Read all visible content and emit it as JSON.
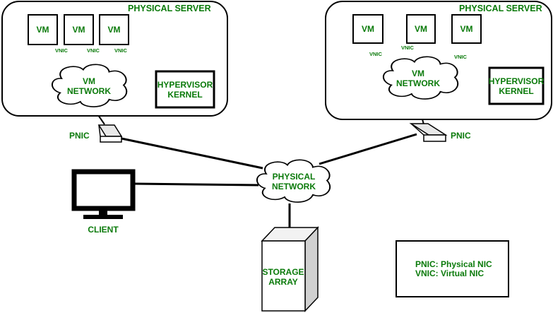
{
  "servers": [
    {
      "title": "PHYSICAL SERVER",
      "vms": [
        "VM",
        "VM",
        "VM"
      ],
      "vnics": [
        "VNIC",
        "VNIC",
        "VNIC"
      ],
      "network": [
        "VM",
        "NETWORK"
      ],
      "hypervisor": [
        "HYPERVISOR",
        "KERNEL"
      ],
      "pnic": "PNIC"
    },
    {
      "title": "PHYSICAL SERVER",
      "vms": [
        "VM",
        "VM",
        "VM"
      ],
      "vnics": [
        "VNIC",
        "VNIC",
        "VNIC"
      ],
      "network": [
        "VM",
        "NETWORK"
      ],
      "hypervisor": [
        "HYPERVISOR",
        "KERNEL"
      ],
      "pnic": "PNIC"
    }
  ],
  "physical_network": [
    "PHYSICAL",
    "NETWORK"
  ],
  "client": "CLIENT",
  "storage": [
    "STORAGE",
    "ARRAY"
  ],
  "legend": [
    "PNIC: Physical NIC",
    "VNIC: Virtual NIC"
  ]
}
